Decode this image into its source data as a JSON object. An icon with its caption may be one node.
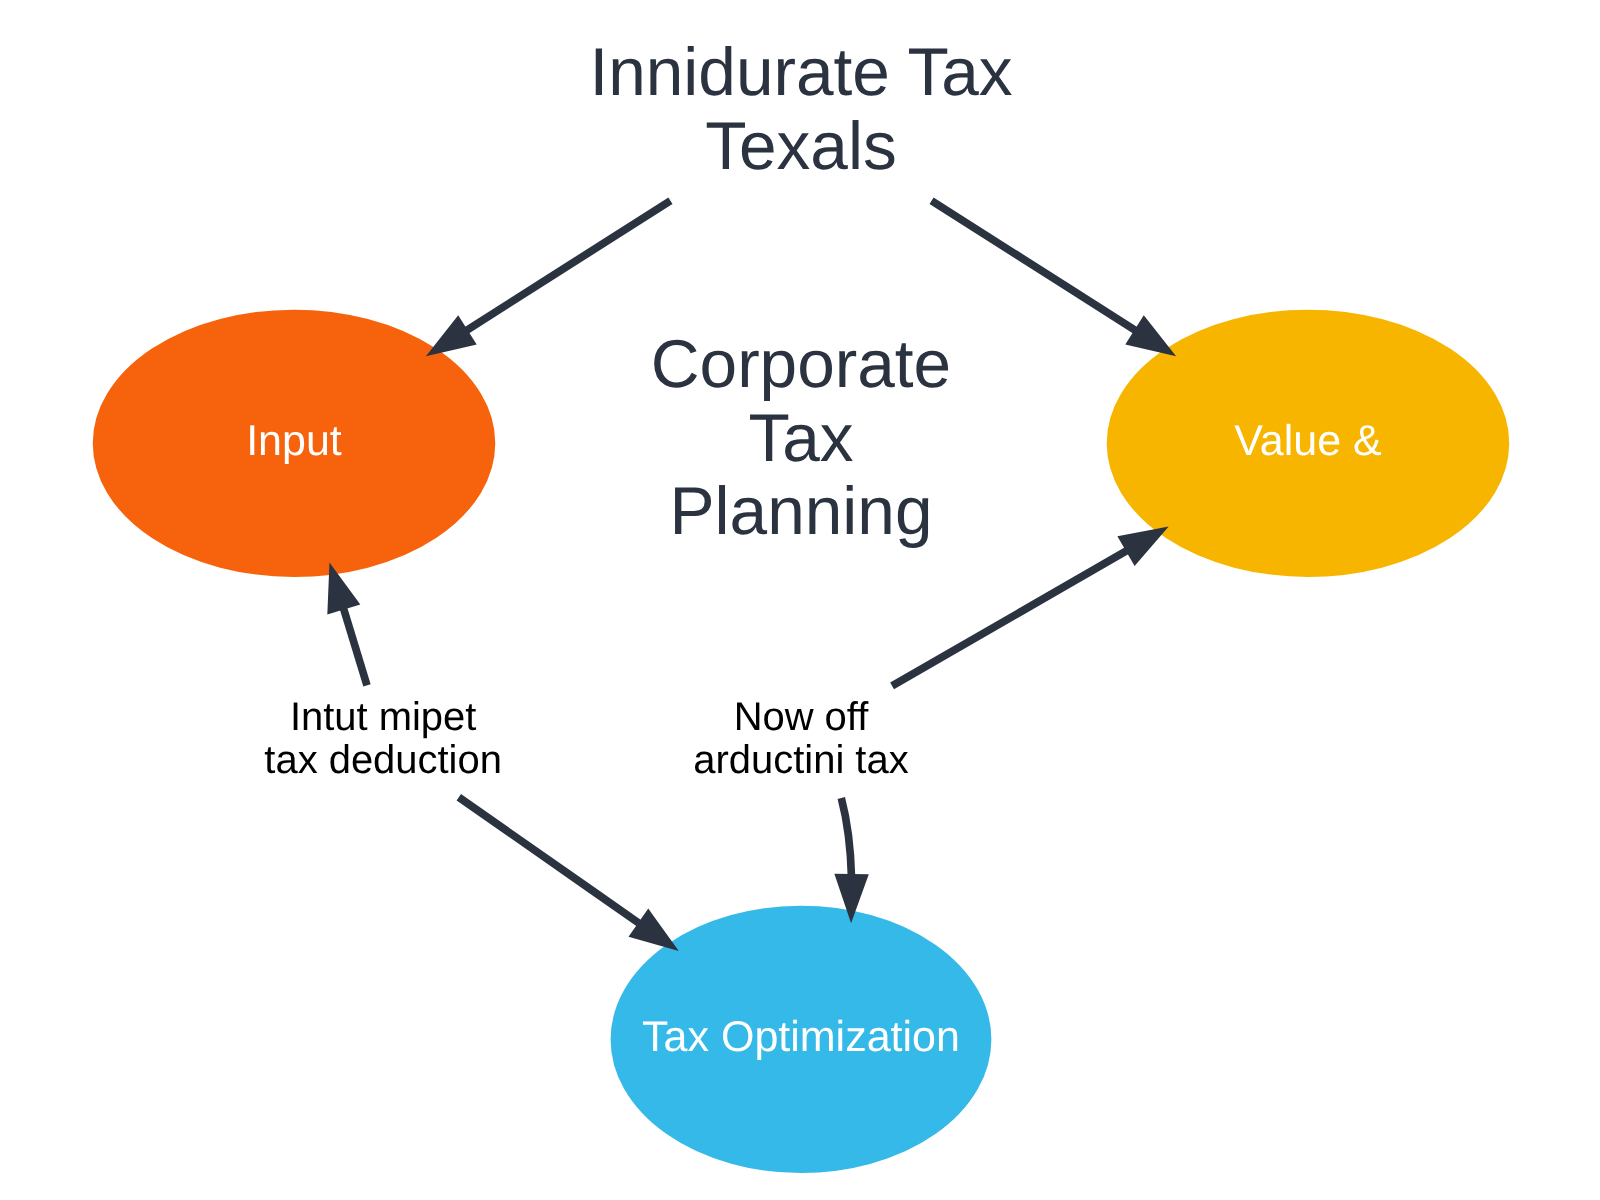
{
  "diagram": {
    "nodes": [
      {
        "text": [
          "Innidurate Tax Texals"
        ]
      },
      {
        "text": [
          "Input"
        ]
      },
      {
        "text": [
          "Value &"
        ]
      },
      {
        "text": [
          "Intut mipet tax deduction"
        ]
      },
      {
        "text": [
          "Now off arductini tax"
        ]
      },
      {
        "text": [
          "Tax Optimization"
        ]
      }
    ],
    "edges": [
      {
        "from": 0,
        "to": 1,
        "arrow": "to"
      },
      {
        "from": 0,
        "to": 2,
        "arrow": "to"
      },
      {
        "from": 3,
        "to": 1,
        "arrow": "to"
      },
      {
        "from": 3,
        "to": 5,
        "arrow": "to"
      },
      {
        "from": 4,
        "to": 2,
        "arrow": "to"
      },
      {
        "from": 4,
        "to": 5,
        "arrow": "to"
      }
    ],
    "labels": [
      "Corporate Tax Planning"
    ]
  }
}
